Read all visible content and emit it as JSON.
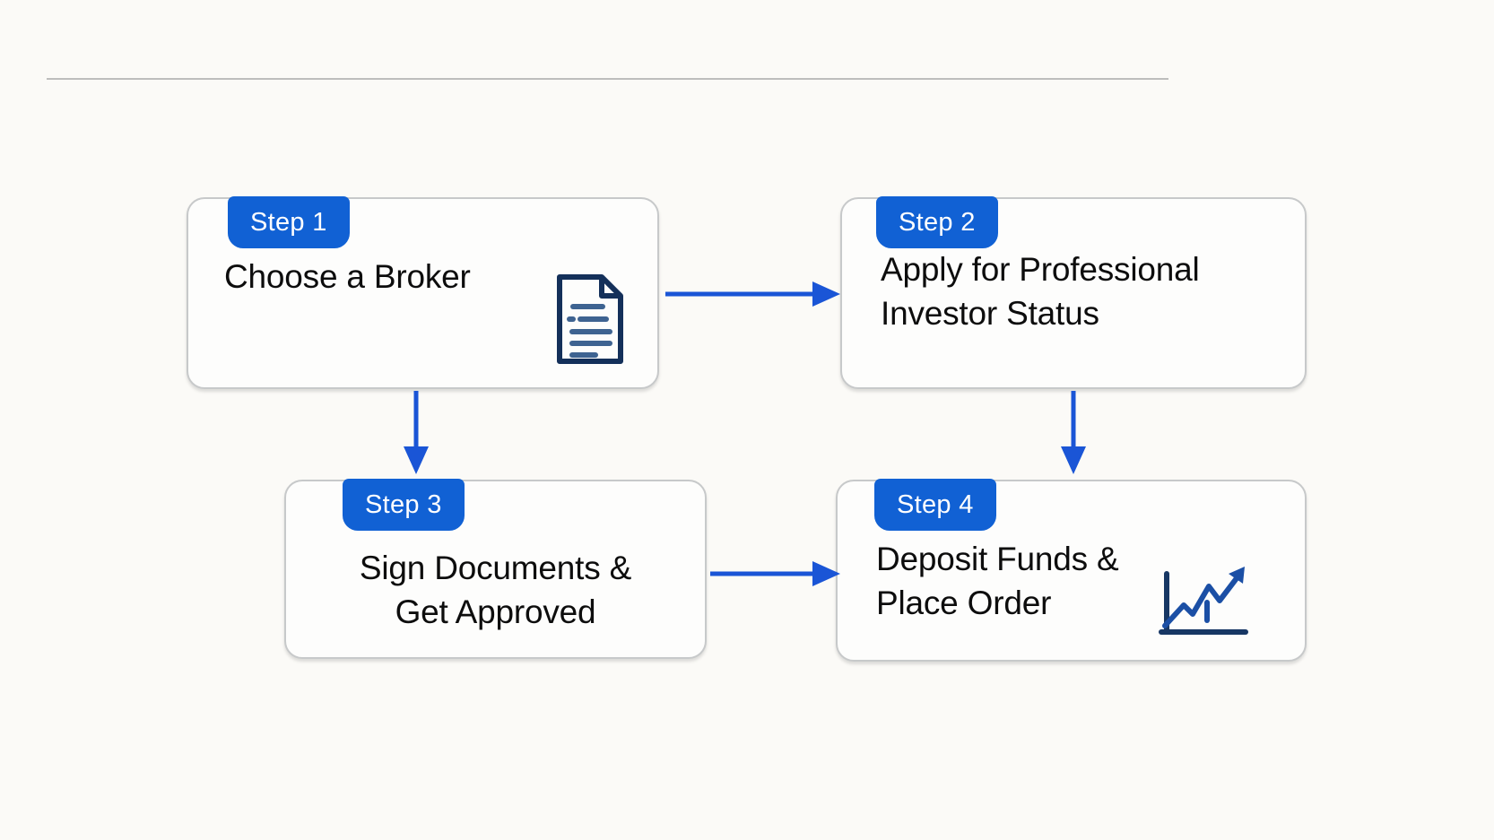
{
  "page": {
    "background": "#fbfaf7",
    "divider_color": "#a8a8a8"
  },
  "flow": {
    "accent_blue": "#1161d4",
    "arrow_blue": "#1a55d6",
    "text_color": "#0d0d0d",
    "icon_colors": {
      "document_outline": "#14305a",
      "document_lines": "#3e6391",
      "chart_axes": "#173764",
      "chart_line": "#1b4fa5"
    },
    "steps": [
      {
        "badge": "Step 1",
        "lines": [
          "Choose a Broker"
        ],
        "icon": "document-icon"
      },
      {
        "badge": "Step 2",
        "lines": [
          "Apply for Professional",
          "Investor Status"
        ],
        "icon": ""
      },
      {
        "badge": "Step 3",
        "lines": [
          "Sign Documents &",
          "Get Approved"
        ],
        "icon": ""
      },
      {
        "badge": "Step 4",
        "lines": [
          "Deposit Funds &",
          "Place Order"
        ],
        "icon": "chart-icon"
      }
    ],
    "connections": [
      {
        "from": "Step 1",
        "to": "Step 2",
        "direction": "right"
      },
      {
        "from": "Step 1",
        "to": "Step 3",
        "direction": "down"
      },
      {
        "from": "Step 2",
        "to": "Step 4",
        "direction": "down"
      },
      {
        "from": "Step 3",
        "to": "Step 4",
        "direction": "right"
      }
    ]
  }
}
